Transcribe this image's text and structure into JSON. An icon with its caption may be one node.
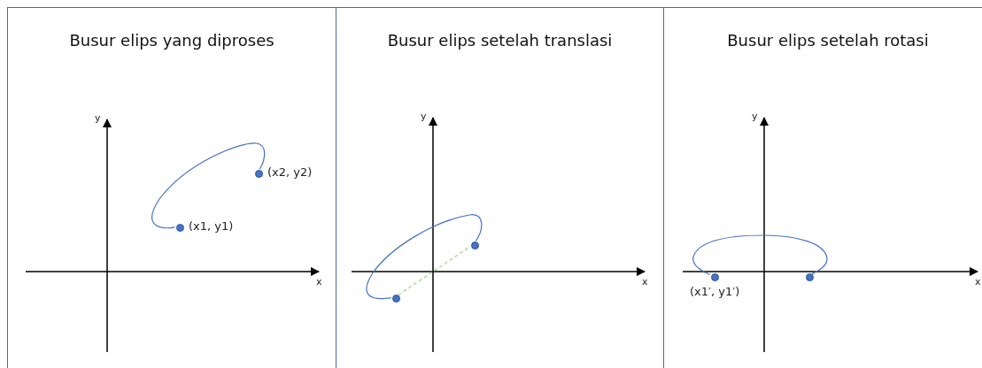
{
  "diagram": {
    "nodes": [
      {
        "text": [
          "Busur elips yang diproses"
        ]
      },
      {
        "text": [],
        "shape": "circle",
        "in": 0,
        "beside": [
          "(x1, y1)"
        ]
      },
      {
        "text": [],
        "shape": "circle",
        "in": 0,
        "beside": [
          "(x2, y2)"
        ]
      },
      {
        "text": [
          "Busur elips setelah translasi"
        ]
      },
      {
        "text": [],
        "shape": "circle",
        "in": 3
      },
      {
        "text": [],
        "shape": "circle",
        "in": 3
      },
      {
        "text": [
          "Busur elips setelah rotasi"
        ]
      },
      {
        "text": [],
        "shape": "circle",
        "in": 6,
        "beside": [
          "(x1′, y1′)"
        ]
      },
      {
        "text": [],
        "shape": "circle",
        "in": 6
      }
    ],
    "edges": [
      {
        "from": 1,
        "to": 2,
        "arrow": "none"
      },
      {
        "from": 4,
        "to": 5,
        "arrow": "none"
      },
      {
        "from": 4,
        "to": 5,
        "arrow": "none",
        "style": "dashed",
        "color": "#a9d18e"
      },
      {
        "from": 7,
        "to": 8,
        "arrow": "none"
      }
    ],
    "labels": [
      "y",
      "x",
      "y",
      "x",
      "y",
      "x"
    ]
  }
}
